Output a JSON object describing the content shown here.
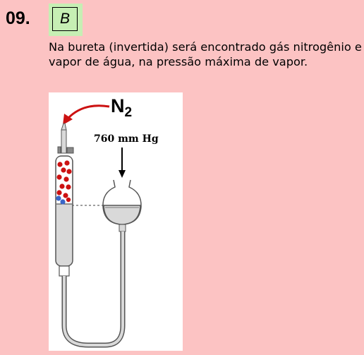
{
  "question": {
    "number": "09.",
    "answer": "B"
  },
  "explanation": "Na bureta (invertida) será encontrado gás nitrogênio e vapor de água, na pressão máxima de vapor.",
  "figure": {
    "gas_label": "N",
    "gas_subscript": "2",
    "pressure_label": "760 mm Hg",
    "colors": {
      "arrow": "#cc1111",
      "red_particles": "#cc1111",
      "blue_particles": "#3a66c8",
      "tube_fill": "#d9d9d9",
      "tube_stroke": "#555555"
    }
  }
}
